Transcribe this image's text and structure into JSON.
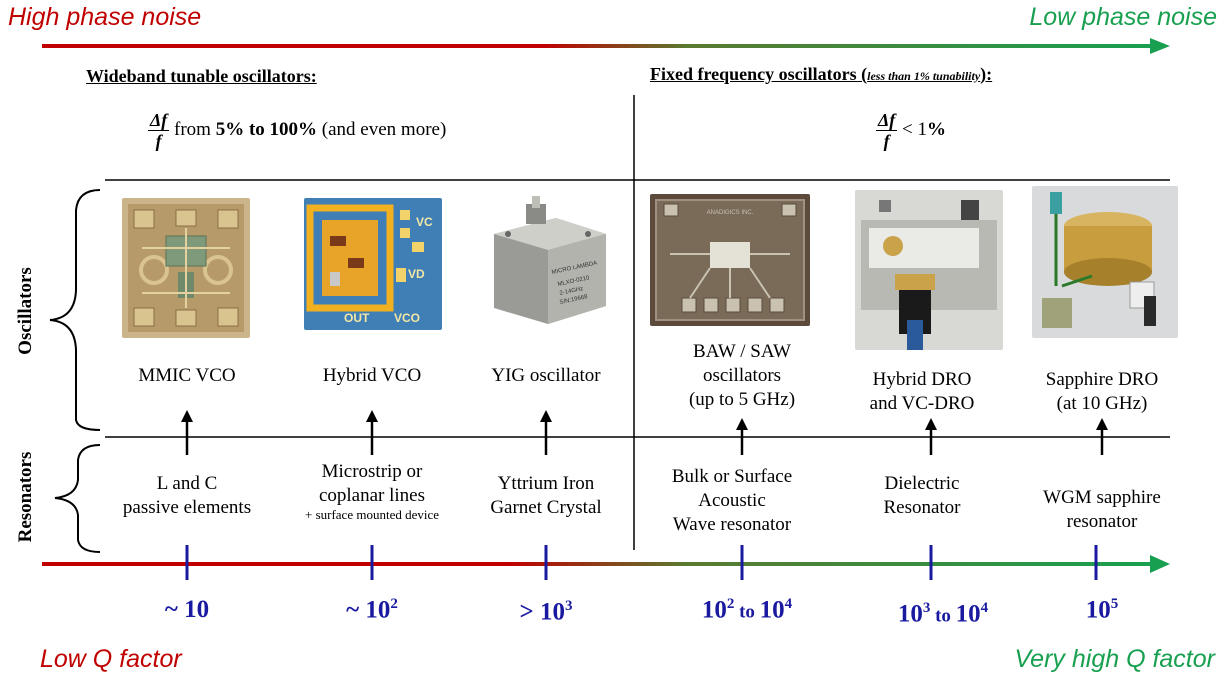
{
  "top_axis": {
    "left_label": "High phase noise",
    "right_label": "Low phase noise"
  },
  "bottom_axis": {
    "left_label": "Low Q factor",
    "right_label": "Very high Q factor"
  },
  "colors": {
    "red": "#c00000",
    "green": "#18a050",
    "blue": "#1a1aa0"
  },
  "sections": {
    "wideband": {
      "title": "Wideband tunable oscillators:",
      "frac_num": "Δf",
      "frac_den": "f",
      "range_pre": "from ",
      "range_bold": "5% to 100%",
      "range_post": " (and even more)"
    },
    "fixed": {
      "title_pre": "Fixed frequency oscillators (",
      "title_italic": "less than 1% tunability",
      "title_post": "):",
      "frac_num": "Δf",
      "frac_den": "f",
      "lt": " < 1",
      "pct": "%"
    }
  },
  "side_labels": {
    "oscillators": "Oscillators",
    "resonators": "Resonators"
  },
  "columns": [
    {
      "osc": [
        "MMIC VCO"
      ],
      "res": [
        "L and C",
        "passive elements"
      ],
      "res_small": "",
      "q_pre": "~ 10",
      "q_exp": "",
      "q_mid": "",
      "q_post": "",
      "q_exp2": ""
    },
    {
      "osc": [
        "Hybrid VCO"
      ],
      "res": [
        "Microstrip or",
        "coplanar lines"
      ],
      "res_small": "+ surface mounted device",
      "q_pre": "~ 10",
      "q_exp": "2",
      "q_mid": "",
      "q_post": "",
      "q_exp2": ""
    },
    {
      "osc": [
        "YIG oscillator"
      ],
      "res": [
        "Yttrium Iron",
        "Garnet Crystal"
      ],
      "res_small": "",
      "q_pre": "> 10",
      "q_exp": "3",
      "q_mid": "",
      "q_post": "",
      "q_exp2": ""
    },
    {
      "osc": [
        "BAW / SAW",
        "oscillators",
        "(up to 5 GHz)"
      ],
      "res": [
        "Bulk or Surface",
        "Acoustic",
        "Wave resonator"
      ],
      "res_small": "",
      "q_pre": "10",
      "q_exp": "2",
      "q_mid": " to ",
      "q_post": "10",
      "q_exp2": "4"
    },
    {
      "osc": [
        "Hybrid DRO",
        "and VC-DRO"
      ],
      "res": [
        "Dielectric",
        "Resonator"
      ],
      "res_small": "",
      "q_pre": "10",
      "q_exp": "3",
      "q_mid": " to ",
      "q_post": "10",
      "q_exp2": "4"
    },
    {
      "osc": [
        "Sapphire DRO",
        "(at 10 GHz)"
      ],
      "res": [
        "WGM sapphire",
        "resonator"
      ],
      "res_small": "",
      "q_pre": "10",
      "q_exp": "5",
      "q_mid": "",
      "q_post": "",
      "q_exp2": ""
    }
  ],
  "photo_labels": {
    "hybrid_vc": "VC",
    "hybrid_vd": "VD",
    "hybrid_out": "OUT",
    "hybrid_vco": "VCO",
    "yig_l1": "MICRO LAMBDA",
    "yig_l2": "MLXO-0210",
    "yig_l3": "2-14GHz",
    "yig_l4": "S/N:19668",
    "baw_l1": "ANADIGICS INC."
  }
}
